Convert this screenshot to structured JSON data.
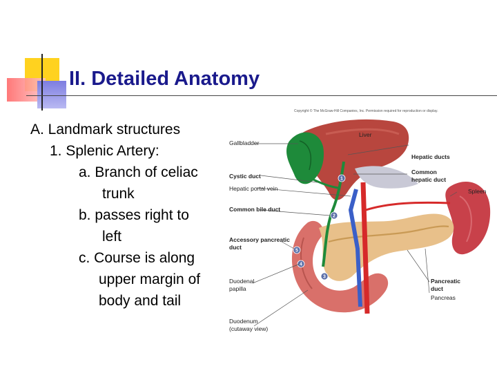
{
  "slide": {
    "title": "II.  Detailed Anatomy",
    "outline": [
      "A.  Landmark structures",
      "1.  Splenic Artery:",
      "a.  Branch of celiac",
      "trunk",
      "b.  passes right to",
      "left",
      "c.  Course is along",
      "upper margin of",
      "body and tail"
    ]
  },
  "figure": {
    "copyright": "Copyright © The McGraw-Hill Companies, Inc. Permission required for reproduction or display.",
    "labels": {
      "gallbladder": "Gallbladder",
      "liver": "Liver",
      "hepatic_ducts": "Hepatic ducts",
      "common_hepatic_duct_1": "Common",
      "common_hepatic_duct_2": "hepatic duct",
      "spleen": "Spleen",
      "cystic_duct": "Cystic duct",
      "hepatic_portal_vein": "Hepatic portal vein",
      "common_bile_duct": "Common bile duct",
      "accessory_pancreatic_duct_1": "Accessory pancreatic",
      "accessory_pancreatic_duct_2": "duct",
      "duodenal_papilla_1": "Duodenal",
      "duodenal_papilla_2": "papilla",
      "duodenum_1": "Duodenum",
      "duodenum_2": "(cutaway view)",
      "pancreatic_duct_1": "Pancreatic",
      "pancreatic_duct_2": "duct",
      "pancreas": "Pancreas"
    },
    "numbers": [
      "1",
      "2",
      "3",
      "4",
      "5"
    ]
  },
  "colors": {
    "title": "#1a1a8c",
    "liver": "#b8463e",
    "gallbladder": "#1e8a3a",
    "pancreas": "#e8c08a",
    "spleen": "#c8414a",
    "duodenum": "#d9706a",
    "vessel_red": "#d62a2a",
    "vessel_blue": "#3a5fc8"
  }
}
